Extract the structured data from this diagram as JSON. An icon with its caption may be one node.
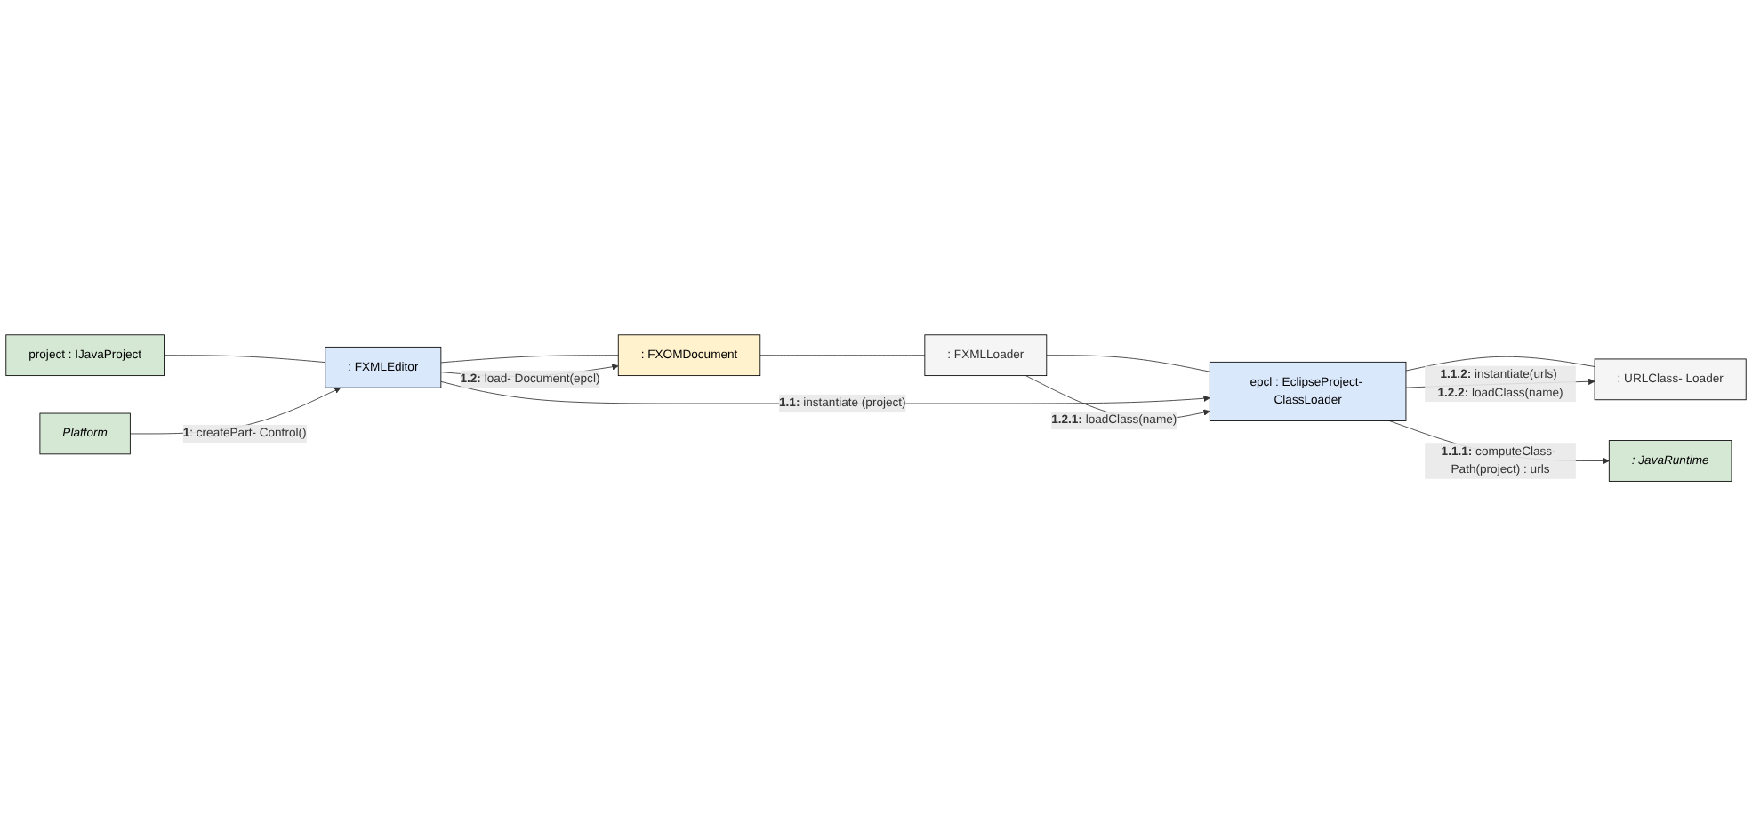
{
  "diagram": {
    "nodes": [
      {
        "text": [
          "Platform"
        ]
      },
      {
        "text": [
          "project : IJavaProject"
        ]
      },
      {
        "text": [
          ": FXOMDocument"
        ]
      },
      {
        "text": [
          ": FXMLEditor"
        ]
      },
      {
        "text": [
          ": FXMLLoader"
        ]
      },
      {
        "text": [
          ": JavaRuntime"
        ]
      },
      {
        "text": [
          "epcl : EclipseProject- ClassLoader"
        ]
      },
      {
        "text": [
          ": URLClass- Loader"
        ]
      }
    ],
    "edges": [
      {
        "from": 1,
        "to": 3,
        "arrow": "none"
      },
      {
        "from": 3,
        "to": 2,
        "arrow": "none"
      },
      {
        "from": 2,
        "to": 4,
        "arrow": "none"
      },
      {
        "from": 4,
        "to": 6,
        "arrow": "none"
      },
      {
        "from": 6,
        "to": 7,
        "arrow": "none"
      },
      {
        "from": 0,
        "to": 3,
        "arrow": "to",
        "label": "**1**: createPart- Control()"
      },
      {
        "from": 3,
        "to": 2,
        "arrow": "to",
        "label": "**1.2:** load- Document(epcl)"
      },
      {
        "from": 3,
        "to": 6,
        "arrow": "to",
        "label": "**1.1:** instantiate (project)"
      },
      {
        "from": 6,
        "to": 5,
        "arrow": "to",
        "label": "**1.1.1:** computeClass- Path(project) : urls"
      },
      {
        "from": 4,
        "to": 6,
        "arrow": "to",
        "label": "**1.2.1:** loadClass(name)"
      },
      {
        "from": 6,
        "to": 7,
        "arrow": "to",
        "label": "**1.1.2:** instantiate(urls) **1.2.2:** loadClass(name)"
      }
    ]
  }
}
